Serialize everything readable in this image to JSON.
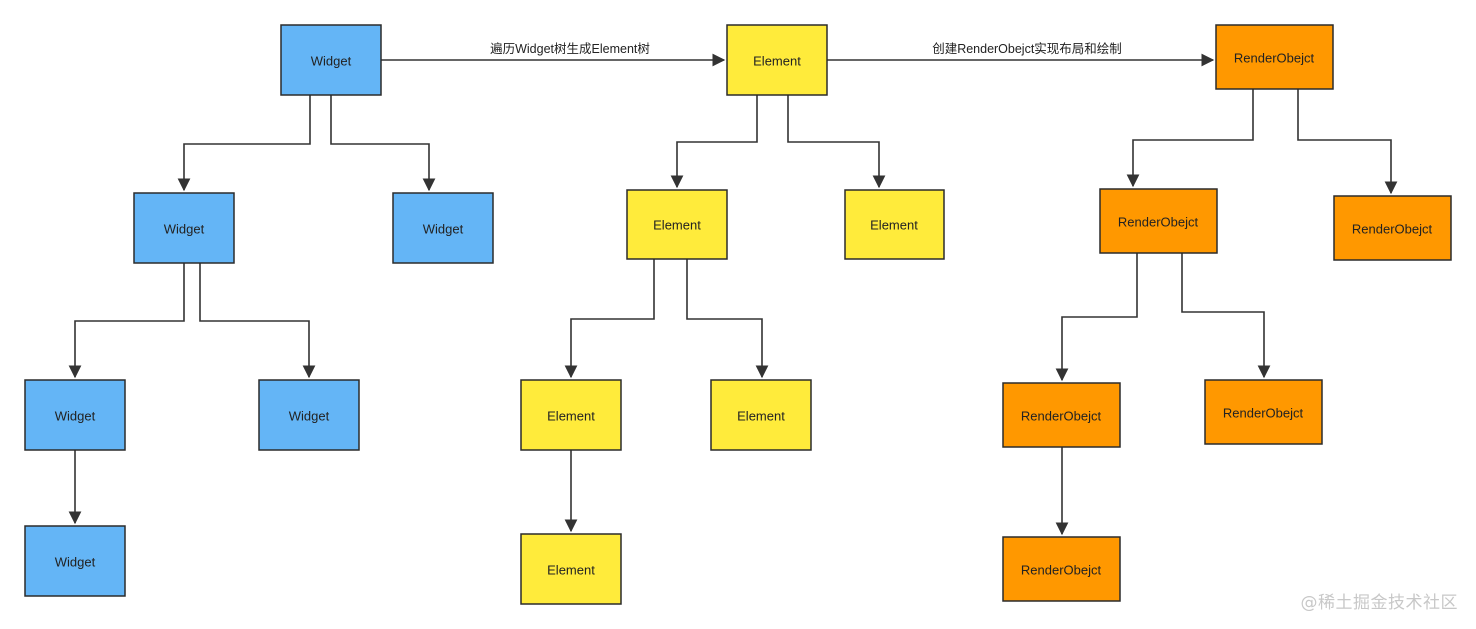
{
  "colors": {
    "widget": "#64b5f6",
    "element": "#ffeb3b",
    "render": "#ff9800",
    "stroke": "#2b2b2b",
    "edge": "#333333"
  },
  "nodes": {
    "w1": {
      "label": "Widget",
      "kind": "widget"
    },
    "w2": {
      "label": "Widget",
      "kind": "widget"
    },
    "w3": {
      "label": "Widget",
      "kind": "widget"
    },
    "w4": {
      "label": "Widget",
      "kind": "widget"
    },
    "w5": {
      "label": "Widget",
      "kind": "widget"
    },
    "w6": {
      "label": "Widget",
      "kind": "widget"
    },
    "e1": {
      "label": "Element",
      "kind": "element"
    },
    "e2": {
      "label": "Element",
      "kind": "element"
    },
    "e3": {
      "label": "Element",
      "kind": "element"
    },
    "e4": {
      "label": "Element",
      "kind": "element"
    },
    "e5": {
      "label": "Element",
      "kind": "element"
    },
    "e6": {
      "label": "Element",
      "kind": "element"
    },
    "r1": {
      "label": "RenderObejct",
      "kind": "render"
    },
    "r2": {
      "label": "RenderObejct",
      "kind": "render"
    },
    "r3": {
      "label": "RenderObejct",
      "kind": "render"
    },
    "r4": {
      "label": "RenderObejct",
      "kind": "render"
    },
    "r5": {
      "label": "RenderObejct",
      "kind": "render"
    },
    "r6": {
      "label": "RenderObejct",
      "kind": "render"
    }
  },
  "edges": {
    "widget_to_element": {
      "label": "遍历Widget树生成Element树"
    },
    "element_to_render": {
      "label": "创建RenderObejct实现布局和绘制"
    }
  },
  "watermark": "@稀土掘金技术社区"
}
